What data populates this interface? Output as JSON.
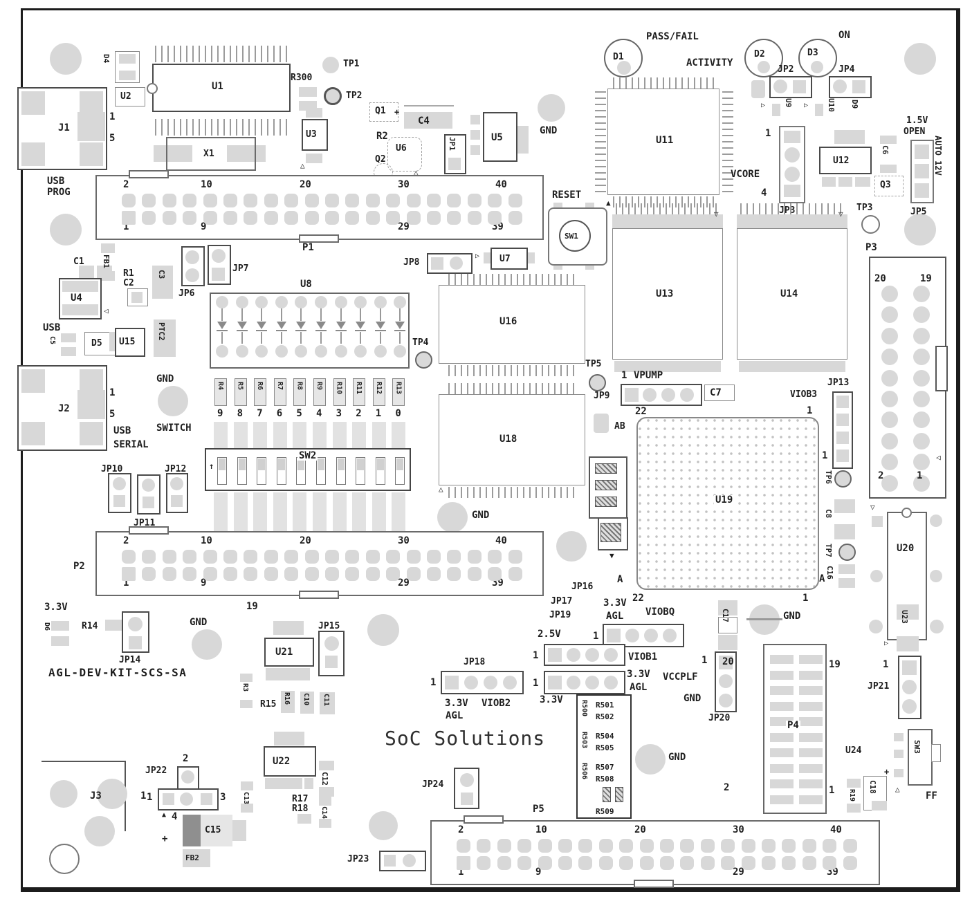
{
  "board": {
    "name": "AGL-DEV-KIT-SCS-SA",
    "brand": "SoC Solutions"
  },
  "labels": {
    "u1": "U1",
    "u2": "U2",
    "u3": "U3",
    "u4": "U4",
    "u5": "U5",
    "u6": "U6",
    "u7": "U7",
    "u8": "U8",
    "u9": "U9",
    "u10": "U10",
    "u11": "U11",
    "u12": "U12",
    "u13": "U13",
    "u14": "U14",
    "u15": "U15",
    "u16": "U16",
    "u18": "U18",
    "u19": "U19",
    "u20": "U20",
    "u21": "U21",
    "u22": "U22",
    "u23": "U23",
    "u24": "U24",
    "x1": "X1",
    "j1": "J1",
    "j2": "J2",
    "j3": "J3",
    "p1": "P1",
    "p2": "P2",
    "p3": "P3",
    "p4": "P4",
    "p5": "P5",
    "jp1": "JP1",
    "jp2": "JP2",
    "jp3": "JP3",
    "jp4": "JP4",
    "jp5": "JP5",
    "jp6": "JP6",
    "jp7": "JP7",
    "jp8": "JP8",
    "jp9": "JP9",
    "jp10": "JP10",
    "jp11": "JP11",
    "jp12": "JP12",
    "jp13": "JP13",
    "jp14": "JP14",
    "jp15": "JP15",
    "jp16": "JP16",
    "jp17": "JP17",
    "jp18": "JP18",
    "jp19": "JP19",
    "jp20": "JP20",
    "jp21": "JP21",
    "jp22": "JP22",
    "jp23": "JP23",
    "jp24": "JP24",
    "sw1": "SW1",
    "sw2": "SW2",
    "sw3": "SW3",
    "tp1": "TP1",
    "tp2": "TP2",
    "tp3": "TP3",
    "tp4": "TP4",
    "tp5": "TP5",
    "tp6": "TP6",
    "tp7": "TP7",
    "d1": "D1",
    "d2": "D2",
    "d3": "D3",
    "d4": "D4",
    "d5": "D5",
    "d6": "D6",
    "d9": "D9",
    "q1": "Q1",
    "q2": "Q2",
    "q3": "Q3",
    "r1": "R1",
    "r2": "R2",
    "r3": "R3",
    "r14": "R14",
    "r15": "R15",
    "r16": "R16",
    "r17": "R17",
    "r18": "R18",
    "r19": "R19",
    "r300": "R300",
    "c1": "C1",
    "c2": "C2",
    "c3": "C3",
    "c4": "C4",
    "c5": "C5",
    "c6": "C6",
    "c7": "C7",
    "c8": "C8",
    "c10": "C10",
    "c11": "C11",
    "c12": "C12",
    "c13": "C13",
    "c14": "C14",
    "c15": "C15",
    "c16": "C16",
    "c17": "C17",
    "c18": "C18",
    "fb1": "FB1",
    "fb2": "FB2",
    "ptc2": "PTC2",
    "ab": "AB",
    "usb": "USB",
    "prog": "PROG",
    "serial": "SERIAL",
    "gnd": "GND",
    "switch": "SWITCH",
    "reset": "RESET",
    "pass_fail": "PASS/FAIL",
    "activity": "ACTIVITY",
    "on": "ON",
    "vcore": "VCORE",
    "vpump": "VPUMP",
    "vccplf": "VCCPLF",
    "v15": "1.5V",
    "open": "OPEN",
    "auto12v": "AUTO 12V",
    "v25": "2.5V",
    "v33": "3.3V",
    "agl": "AGL",
    "viob1": "VIOB1",
    "viob2": "VIOB2",
    "viob3": "VIOB3",
    "viobq": "VIOBQ",
    "a": "A",
    "ff": "FF"
  },
  "glyphs": {
    "tri_up": "△",
    "tri_up_f": "▲",
    "tri_down": "▽",
    "tri_left": "◁",
    "tri_right": "▷",
    "arrow_down": "▼",
    "arrow_up": "↑",
    "plus": "+"
  },
  "num": {
    "0": "0",
    "1": "1",
    "2": "2",
    "3": "3",
    "4": "4",
    "5": "5",
    "9": "9",
    "10": "10",
    "19": "19",
    "20": "20",
    "22": "22",
    "29": "29",
    "30": "30",
    "39": "39",
    "40": "40"
  },
  "header40": {
    "top": [
      "2",
      "10",
      "20",
      "30",
      "40"
    ],
    "bottom": [
      "1",
      "9",
      "29",
      "39"
    ],
    "mid": "19"
  },
  "sw2": {
    "digits": [
      "9",
      "8",
      "7",
      "6",
      "5",
      "4",
      "3",
      "2",
      "1",
      "0"
    ]
  },
  "led_bank": {
    "resistors": [
      "R4",
      "R5",
      "R6",
      "R7",
      "R8",
      "R9",
      "R10",
      "R11",
      "R12",
      "R13"
    ]
  },
  "r_block": {
    "horizontal": [
      "R501",
      "R502",
      "R504",
      "R505",
      "R507",
      "R508",
      "R509"
    ],
    "rotated": [
      "R500",
      "R503",
      "R506"
    ]
  }
}
